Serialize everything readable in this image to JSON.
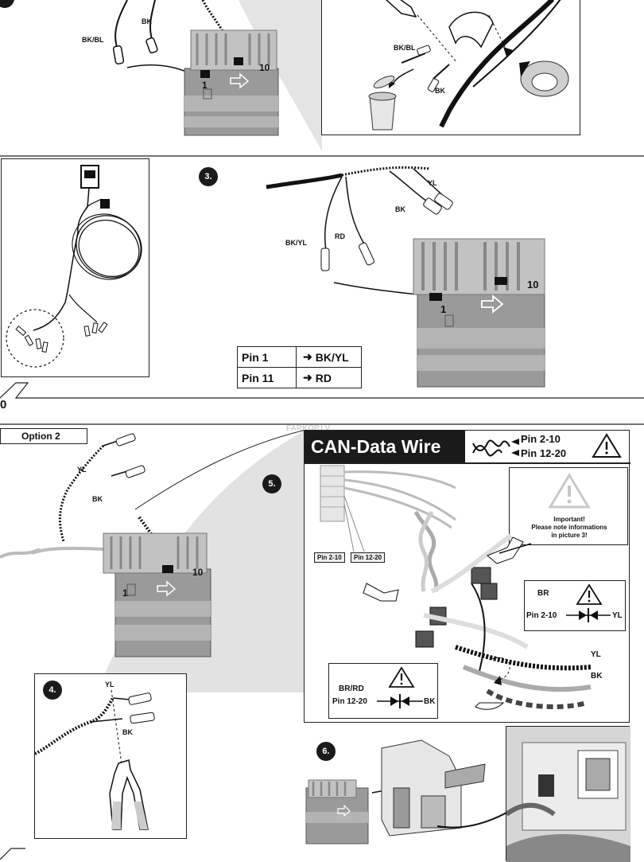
{
  "steps": {
    "s3": "3.",
    "s4": "4.",
    "s5": "5.",
    "s6": "6."
  },
  "top_labels": {
    "bk": "BK",
    "bkbl": "BK/BL",
    "pin1": "1",
    "pin10": "10"
  },
  "top_right_labels": {
    "bkbl": "BK/BL",
    "bk": "BK"
  },
  "step3_labels": {
    "yl": "YL",
    "bk": "BK",
    "bkyl": "BK/YL",
    "rd": "RD",
    "pin1": "1",
    "pin10": "10"
  },
  "pin_table": {
    "rows": [
      {
        "pin": "Pin 1",
        "wire": "BK/YL"
      },
      {
        "pin": "Pin 11",
        "wire": "RD"
      }
    ]
  },
  "page_marker": "0",
  "watermark": "FARKOP.LV",
  "option2": "Option 2",
  "option2_labels": {
    "yl": "YL",
    "bk": "BK",
    "pin1": "1",
    "pin10": "10"
  },
  "step4_labels": {
    "yl": "YL",
    "bk": "BK"
  },
  "can": {
    "title": "CAN-Data Wire",
    "pin_a": "Pin 2-10",
    "pin_b": "Pin 12-20",
    "tag_a": "Pin 2-10",
    "tag_b": "Pin 12-20",
    "important_1": "Important!",
    "important_2": "Please note informations",
    "important_3": "in picture 3!",
    "br_label": "BR",
    "br_pin": "Pin 2-10",
    "br_wire": "YL",
    "brrd_label": "BR/RD",
    "brrd_pin": "Pin 12-20",
    "brrd_wire": "BK",
    "yl": "YL",
    "bk": "BK"
  },
  "colors": {
    "ink": "#1a1a1a",
    "connector": "#9a9a9a",
    "shade": "#d8d8d8"
  }
}
